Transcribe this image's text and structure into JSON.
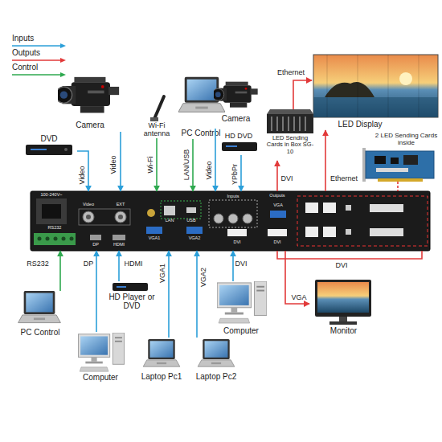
{
  "diagram": {
    "nodes": [
      {
        "text": [
          "Camera"
        ]
      },
      {
        "text": [
          "DVD"
        ]
      },
      {
        "text": [
          "Wi-Fi antenna"
        ]
      },
      {
        "text": [
          "PC Control"
        ]
      },
      {
        "text": [
          "Camera"
        ]
      },
      {
        "text": [
          "HD DVD"
        ]
      },
      {
        "text": [
          "LED Sending Cards in Box SG-10"
        ]
      },
      {
        "text": [
          "LED Display"
        ]
      },
      {
        "text": [
          "2 LED Sending Cards inside"
        ]
      },
      {
        "text": [
          "Inputs",
          "Outputs"
        ]
      },
      {
        "text": [
          "PC Control"
        ]
      },
      {
        "text": [
          "HD Player or DVD"
        ]
      },
      {
        "text": [
          "Computer"
        ]
      },
      {
        "text": [
          "Monitor"
        ]
      },
      {
        "text": [
          "Computer"
        ]
      },
      {
        "text": [
          "Laptop Pc1"
        ]
      },
      {
        "text": [
          "Laptop Pc2"
        ]
      }
    ],
    "edges": [
      {
        "from": 0,
        "to": 9,
        "label": "Video",
        "arrow": "to"
      },
      {
        "from": 1,
        "to": 9,
        "label": "Video",
        "arrow": "to"
      },
      {
        "from": 2,
        "to": 9,
        "label": "Wi-Fi",
        "arrow": "to"
      },
      {
        "from": 3,
        "to": 9,
        "label": "LAN/USB",
        "arrow": "to"
      },
      {
        "from": 4,
        "to": 9,
        "label": "Video",
        "arrow": "to"
      },
      {
        "from": 5,
        "to": 9,
        "label": "YPbPr",
        "arrow": "to"
      },
      {
        "from": 9,
        "to": 6,
        "label": "DVI",
        "arrow": "to"
      },
      {
        "from": 6,
        "to": 7,
        "label": "Ethernet",
        "arrow": "to"
      },
      {
        "from": 9,
        "to": 7,
        "label": "Ethernet",
        "arrow": "to"
      },
      {
        "from": 9,
        "to": 13,
        "label": "VGA",
        "arrow": "to"
      },
      {
        "from": 8,
        "to": 9,
        "arrow": "none"
      },
      {
        "from": 10,
        "to": 9,
        "label": "RS232",
        "arrow": "to"
      },
      {
        "from": 14,
        "to": 9,
        "label": "DP",
        "arrow": "to"
      },
      {
        "from": 11,
        "to": 9,
        "label": "HDMI",
        "arrow": "to"
      },
      {
        "from": 15,
        "to": 9,
        "label": "VGA1",
        "arrow": "to"
      },
      {
        "from": 16,
        "to": 9,
        "label": "VGA2",
        "arrow": "to"
      },
      {
        "from": 12,
        "to": 9,
        "label": "DVI",
        "arrow": "to"
      }
    ],
    "labels": [
      "100-240V~",
      "Video",
      "EXT",
      "RS232",
      "DP",
      "HDMI",
      "VGA1",
      "VGA2",
      "LAN",
      "USB",
      "VGA",
      "DVI",
      "DVI",
      "DVI"
    ],
    "legend": [
      {
        "text": "Inputs"
      },
      {
        "text": "Outputs"
      },
      {
        "text": "Control"
      }
    ]
  }
}
